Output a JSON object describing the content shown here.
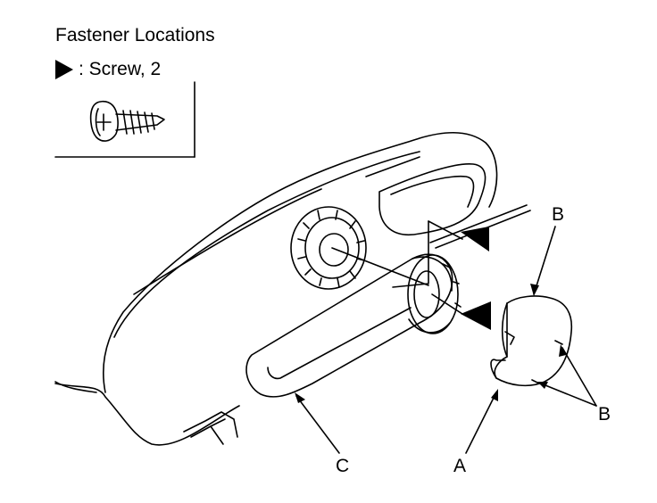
{
  "legend": {
    "title": "Fastener Locations",
    "item_text": ": Screw, 2",
    "marker_icon": "triangle-pointer-icon",
    "fastener_icon": "screw-icon"
  },
  "callouts": {
    "a": "A",
    "b_top": "B",
    "b_bottom": "B",
    "c": "C"
  },
  "colors": {
    "line": "#000000",
    "background": "#ffffff"
  }
}
